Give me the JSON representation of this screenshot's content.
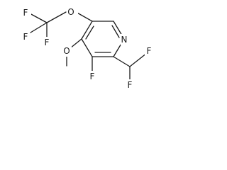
{
  "molecule": {
    "atoms": {
      "f1": "F",
      "f2": "F",
      "f3": "F",
      "o_trifluoromethoxy": "O",
      "n_ring": "N",
      "o_methoxy": "O",
      "f_ring": "F",
      "f_cf2_a": "F",
      "f_cf2_b": "F"
    }
  }
}
